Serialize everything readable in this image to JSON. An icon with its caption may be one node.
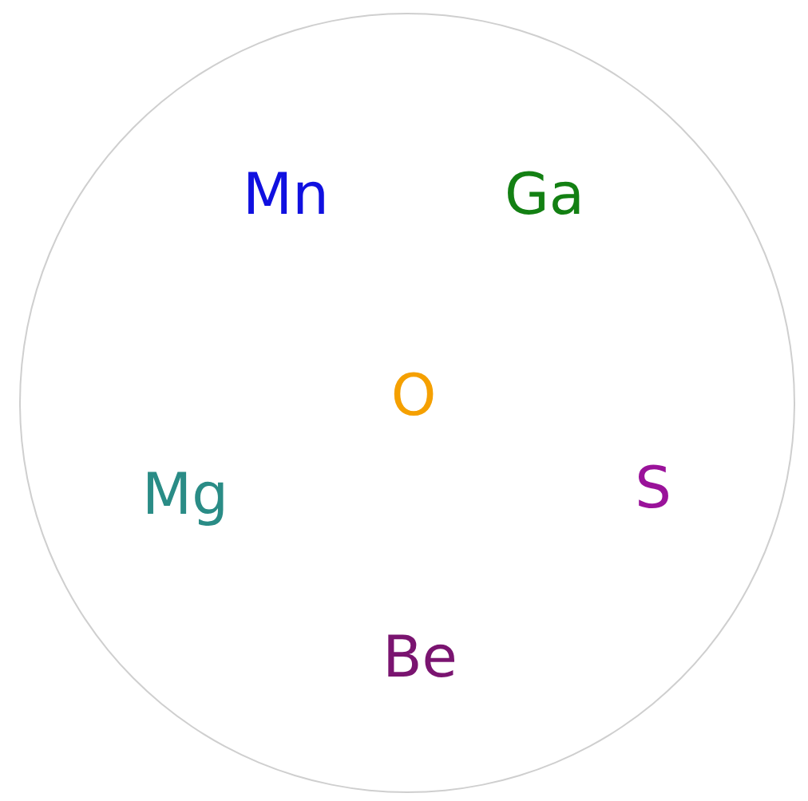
{
  "diagram": {
    "nodes": [
      {
        "text": [
          "Mn",
          "Ga",
          "O",
          "Mg",
          "S",
          "Be"
        ]
      }
    ]
  }
}
